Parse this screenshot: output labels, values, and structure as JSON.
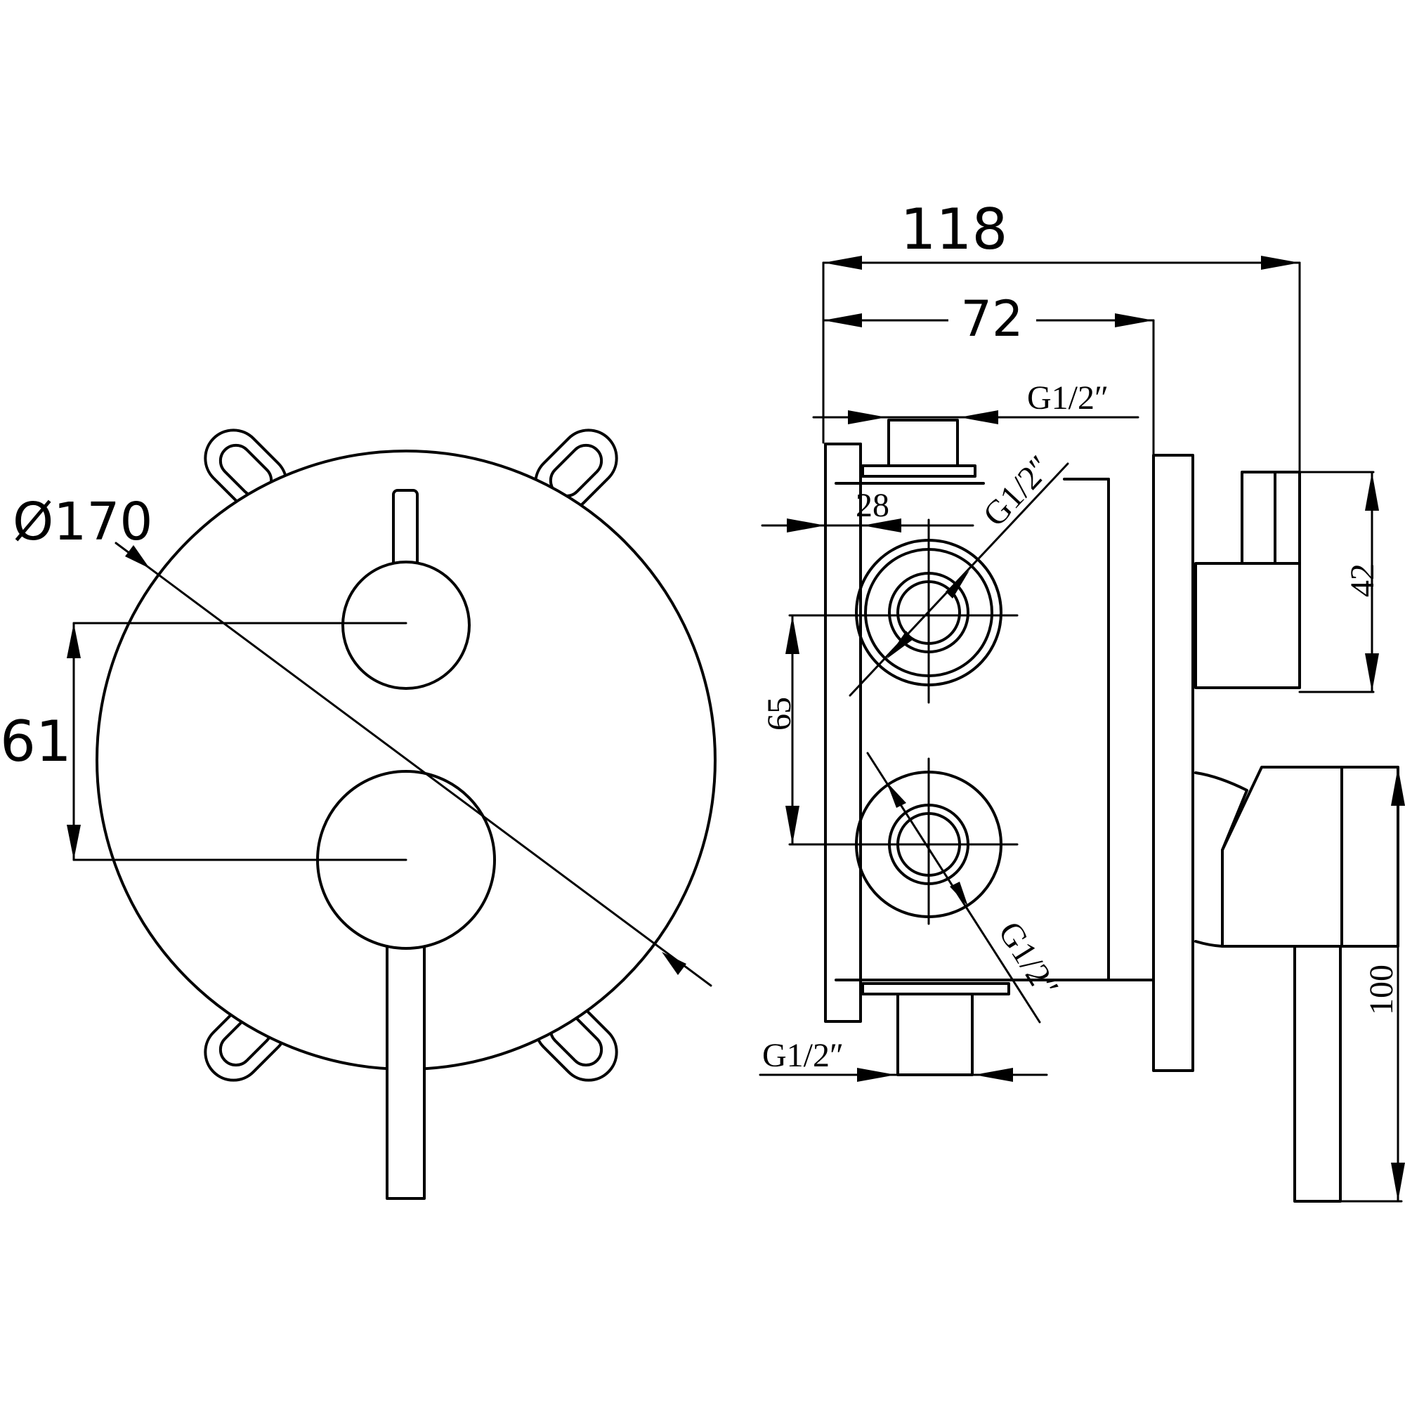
{
  "front_view": {
    "diameter_label": "Ø170",
    "spacing_label": "61"
  },
  "side_view": {
    "overall_depth_label": "118",
    "body_depth_label": "72",
    "thread_top_label": "G1/2″",
    "thread_upper_right_label": "G1/2″",
    "offset_label": "28",
    "vertical_spacing_label": "65",
    "thread_lower_right_label": "G1/2″",
    "thread_bottom_label": "G1/2″",
    "knob_height_label": "42",
    "lever_height_label": "100"
  }
}
